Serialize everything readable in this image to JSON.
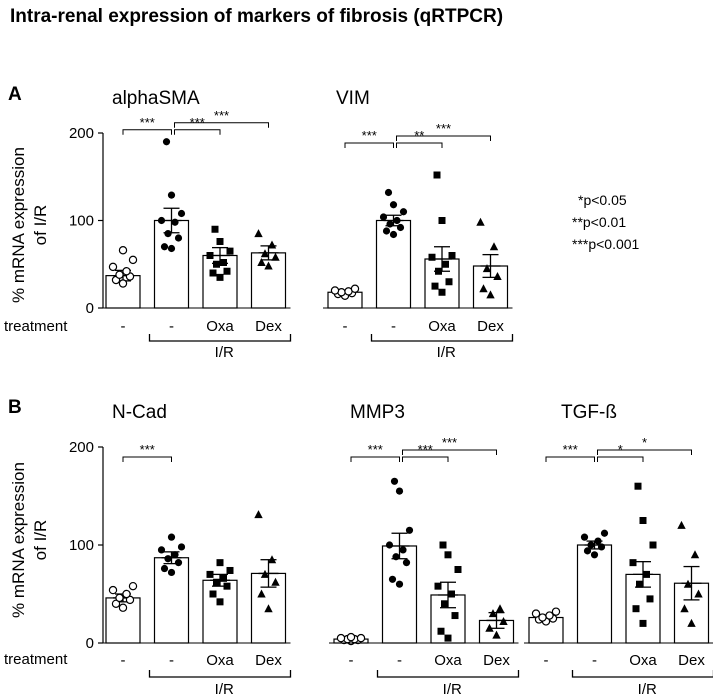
{
  "figure": {
    "title": "Intra-renal expression of markers of fibrosis (qRTPCR)",
    "ylabel_line1": "% mRNA expression",
    "ylabel_line2": "of I/R",
    "treatment_label": "treatment",
    "group_label": "I/R",
    "legend": [
      "*p<0.05",
      "**p<0.01",
      "***p<0.001"
    ]
  },
  "chart_data": [
    {
      "type": "bar",
      "panel": "A",
      "title": "alphaSMA",
      "categories": [
        "-",
        "-",
        "Oxa",
        "Dex"
      ],
      "ylim": [
        0,
        200
      ],
      "yticks": [
        0,
        100,
        200
      ],
      "means": [
        37,
        100,
        60,
        63
      ],
      "sem": [
        6,
        14,
        9,
        8
      ],
      "markers": [
        "circle-open",
        "circle",
        "square",
        "triangle"
      ],
      "points": [
        [
          28,
          32,
          36,
          38,
          42,
          47,
          55,
          66
        ],
        [
          68,
          70,
          80,
          85,
          98,
          100,
          108,
          129,
          190
        ],
        [
          35,
          40,
          42,
          50,
          52,
          60,
          65,
          76,
          90
        ],
        [
          48,
          52,
          58,
          62,
          72,
          85
        ]
      ],
      "significance": [
        {
          "from": 0,
          "to": 1,
          "label": "***"
        },
        {
          "from": 1,
          "to": 2,
          "label": "***"
        },
        {
          "from": 1,
          "to": 3,
          "label": "***"
        }
      ]
    },
    {
      "type": "bar",
      "panel": "A",
      "title": "VIM",
      "categories": [
        "-",
        "-",
        "Oxa",
        "Dex"
      ],
      "ylim": [
        0,
        200
      ],
      "means": [
        18,
        100,
        56,
        48
      ],
      "sem": [
        2,
        6,
        14,
        13
      ],
      "markers": [
        "circle-open",
        "circle",
        "square",
        "triangle"
      ],
      "points": [
        [
          14,
          16,
          17,
          18,
          19,
          20,
          22
        ],
        [
          84,
          88,
          92,
          96,
          100,
          104,
          110,
          118,
          132
        ],
        [
          18,
          25,
          30,
          42,
          50,
          58,
          60,
          100,
          152
        ],
        [
          15,
          22,
          36,
          45,
          70,
          98
        ]
      ],
      "significance": [
        {
          "from": 0,
          "to": 1,
          "label": "***"
        },
        {
          "from": 1,
          "to": 2,
          "label": "**"
        },
        {
          "from": 1,
          "to": 3,
          "label": "***"
        }
      ]
    },
    {
      "type": "bar",
      "panel": "B",
      "title": "N-Cad",
      "categories": [
        "-",
        "-",
        "Oxa",
        "Dex"
      ],
      "ylim": [
        0,
        200
      ],
      "yticks": [
        0,
        100,
        200
      ],
      "means": [
        46,
        87,
        64,
        71
      ],
      "sem": [
        4,
        6,
        6,
        14
      ],
      "markers": [
        "circle-open",
        "circle",
        "square",
        "triangle"
      ],
      "points": [
        [
          36,
          40,
          44,
          46,
          50,
          54,
          58
        ],
        [
          72,
          76,
          82,
          86,
          90,
          95,
          98,
          108
        ],
        [
          42,
          50,
          58,
          62,
          66,
          70,
          74,
          82
        ],
        [
          35,
          50,
          62,
          70,
          85,
          131
        ]
      ],
      "significance": [
        {
          "from": 0,
          "to": 1,
          "label": "***"
        }
      ]
    },
    {
      "type": "bar",
      "panel": "B",
      "title": "MMP3",
      "categories": [
        "-",
        "-",
        "Oxa",
        "Dex"
      ],
      "ylim": [
        0,
        200
      ],
      "means": [
        4,
        99,
        49,
        23
      ],
      "sem": [
        1,
        13,
        13,
        8
      ],
      "markers": [
        "circle-open",
        "circle",
        "square",
        "triangle"
      ],
      "points": [
        [
          2,
          3,
          3,
          4,
          4,
          5,
          5,
          6
        ],
        [
          60,
          65,
          82,
          88,
          95,
          100,
          115,
          155,
          165
        ],
        [
          5,
          12,
          28,
          40,
          50,
          58,
          75,
          90,
          100
        ],
        [
          8,
          15,
          22,
          30,
          35
        ]
      ],
      "significance": [
        {
          "from": 0,
          "to": 1,
          "label": "***"
        },
        {
          "from": 1,
          "to": 2,
          "label": "***"
        },
        {
          "from": 1,
          "to": 3,
          "label": "***"
        }
      ]
    },
    {
      "type": "bar",
      "panel": "B",
      "title": "TGF-ß",
      "categories": [
        "-",
        "-",
        "Oxa",
        "Dex"
      ],
      "ylim": [
        0,
        200
      ],
      "means": [
        26,
        100,
        70,
        61
      ],
      "sem": [
        2,
        4,
        13,
        17
      ],
      "markers": [
        "circle-open",
        "circle",
        "square",
        "triangle"
      ],
      "points": [
        [
          22,
          24,
          25,
          26,
          28,
          30,
          32
        ],
        [
          90,
          94,
          98,
          100,
          104,
          108,
          112
        ],
        [
          20,
          35,
          45,
          60,
          70,
          82,
          100,
          125,
          160
        ],
        [
          20,
          35,
          50,
          60,
          90,
          120
        ]
      ],
      "significance": [
        {
          "from": 0,
          "to": 1,
          "label": "***"
        },
        {
          "from": 1,
          "to": 2,
          "label": "*"
        },
        {
          "from": 1,
          "to": 3,
          "label": "*"
        }
      ]
    }
  ]
}
